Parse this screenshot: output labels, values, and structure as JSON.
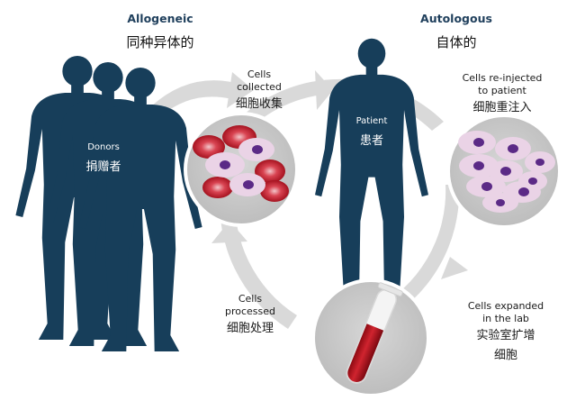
{
  "headers": {
    "allogeneic": {
      "en": "Allogeneic",
      "zh": "同种异体的"
    },
    "autologous": {
      "en": "Autologous",
      "zh": "自体的"
    }
  },
  "figures": {
    "donors": {
      "en": "Donors",
      "zh": "捐赠者"
    },
    "patient": {
      "en": "Patient",
      "zh": "患者"
    }
  },
  "steps": {
    "collected": {
      "en_line1": "Cells",
      "en_line2": "collected",
      "zh": "细胞收集"
    },
    "reinjected": {
      "en_line1": "Cells re-injected",
      "en_line2": "to patient",
      "zh": "细胞重注入"
    },
    "processed": {
      "en_line1": "Cells",
      "en_line2": "processed",
      "zh": "细胞处理"
    },
    "expanded": {
      "en_line1": "Cells expanded",
      "en_line2": "in the lab",
      "zh_line1": "实验室扩增",
      "zh_line2": "细胞"
    }
  },
  "colors": {
    "silhouette": "#173e5a",
    "cycle_arrow": "#d9d9d9",
    "bubble_fill": "#c8c8c8",
    "bubble_ring": "#ffffff",
    "red_cell": "#c41e2e",
    "pink_cell": "#ead3e6",
    "nucleus": "#5b2a86",
    "tube_blood": "#b5121b"
  },
  "icons": [
    "person-silhouette",
    "red-blood-cells",
    "expanded-cells",
    "test-tube"
  ]
}
